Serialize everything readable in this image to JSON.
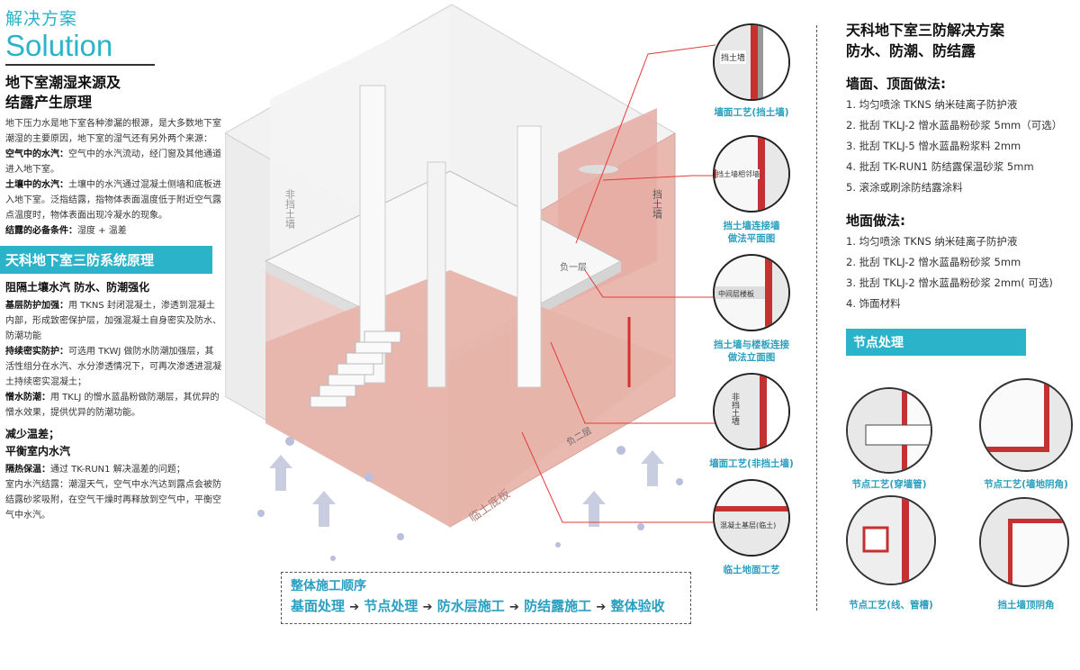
{
  "header": {
    "zh": "解决方案",
    "en": "Solution"
  },
  "left": {
    "title1": "地下室潮湿来源及",
    "title2": "结露产生原理",
    "intro": "地下压力水是地下室各种渗漏的根源，是大多数地下室潮湿的主要原因，地下室的湿气还有另外两个来源：",
    "p1_label": "空气中的水汽：",
    "p1_text": "空气中的水汽流动，经门窗及其他通道进入地下室。",
    "p2_label": "土壤中的水汽：",
    "p2_text": "土壤中的水汽通过混凝土侧墙和底板进入地下室。泛指结露，指物体表面温度低于附近空气露点温度时，物体表面出现冷凝水的现象。",
    "p3_label": "结露的必备条件：",
    "p3_text": "湿度 + 温差",
    "system_bar": "天科地下室三防系统原理",
    "s_h1": "阻隔土壤水汽 防水、防潮强化",
    "s1_label": "基层防护加强：",
    "s1_text": "用 TKNS 封闭混凝土，渗透到混凝土内部，形成致密保护层，加强混凝土自身密实及防水、防潮功能",
    "s2_label": "持续密实防护：",
    "s2_text": "可选用 TKWJ 做防水防潮加强层，其活性组分在水汽、水分渗透情况下，可再次渗透进混凝土持续密实混凝土；",
    "s3_label": "憎水防潮：",
    "s3_text": "用 TKLJ 的憎水蓝晶粉做防潮层，其优异的憎水效果，提供优异的防潮功能。",
    "s_h2a": "减少温差；",
    "s_h2b": "平衡室内水汽",
    "s4_label": "隔热保温：",
    "s4_text": "通过 TK-RUN1 解决温差的问题；",
    "s5_text": "室内水汽结露：潮湿天气，空气中水汽达到露点会被防结露砂浆吸附，在空气干燥时再释放到空气中，平衡空气中水汽。"
  },
  "illustration": {
    "wall_left": "非挡土墙",
    "wall_right": "挡土墙",
    "floor_mid": "负一层",
    "floor_bottom": "负二层",
    "slab": "临土底板"
  },
  "details": [
    {
      "caption": "墙面工艺(挡土墙)",
      "inner": "挡土墙"
    },
    {
      "caption": "挡土墙连接墙\n做法平面图",
      "inner": "挡土墙相邻墙"
    },
    {
      "caption": "挡土墙与楼板连接\n做法立面图",
      "inner": "中间层楼板"
    },
    {
      "caption": "墙面工艺(非挡土墙)",
      "inner": "非挡土墙"
    },
    {
      "caption": "临土地面工艺",
      "inner": "混凝土基层(临土)"
    }
  ],
  "sequence": {
    "title": "整体施工顺序",
    "steps": [
      "基面处理",
      "节点处理",
      "防水层施工",
      "防结露施工",
      "整体验收"
    ]
  },
  "right": {
    "title1": "天科地下室三防解决方案",
    "title2": "防水、防潮、防结露",
    "wall_head": "墙面、顶面做法:",
    "wall_items": [
      "1. 均匀喷涂 TKNS 纳米硅离子防护液",
      "2. 批刮 TKLJ-2 憎水蓝晶粉砂浆 5mm（可选）",
      "3. 批刮 TKLJ-5 憎水蓝晶粉浆料 2mm",
      "4. 批刮 TK-RUN1 防结露保温砂浆 5mm",
      "5. 滚涂或刷涂防结露涂料"
    ],
    "floor_head": "地面做法:",
    "floor_items": [
      "1. 均匀喷涂 TKNS 纳米硅离子防护液",
      "2. 批刮 TKLJ-2 憎水蓝晶粉砂浆 5mm",
      "3. 批刮 TKLJ-2 憎水蓝晶粉砂浆 2mm( 可选)",
      "4. 饰面材料"
    ],
    "node_bar": "节点处理",
    "nodes": [
      "节点工艺(穿墙管)",
      "节点工艺(墙地阴角)",
      "节点工艺(线、管槽)",
      "挡土墙顶阴角"
    ]
  },
  "colors": {
    "accent": "#2bb3c9",
    "caption": "#2a9fbf",
    "wall_pink": "#e7b3aa",
    "leader": "#e23b3b"
  }
}
